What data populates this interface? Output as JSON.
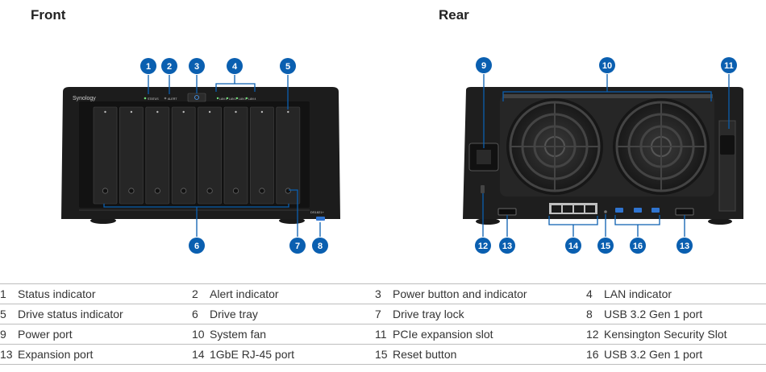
{
  "headings": {
    "front": "Front",
    "rear": "Rear"
  },
  "brand": {
    "logo_text": "Synology",
    "model_text": "DS1821+"
  },
  "front_led_labels": [
    "STATUS",
    "ALERT",
    "LAN 1",
    "LAN 2",
    "LAN 3",
    "LAN 4"
  ],
  "callout_color": "#0a5fb0",
  "callouts": {
    "front": [
      "1",
      "2",
      "3",
      "4",
      "5",
      "6",
      "7",
      "8"
    ],
    "rear": [
      "9",
      "10",
      "11",
      "12",
      "13",
      "14",
      "15",
      "16",
      "13"
    ]
  },
  "legend": [
    [
      {
        "num": "1",
        "label": "Status indicator"
      },
      {
        "num": "2",
        "label": "Alert indicator"
      },
      {
        "num": "3",
        "label": "Power button and indicator"
      },
      {
        "num": "4",
        "label": "LAN indicator"
      }
    ],
    [
      {
        "num": "5",
        "label": "Drive status indicator"
      },
      {
        "num": "6",
        "label": "Drive tray"
      },
      {
        "num": "7",
        "label": "Drive tray lock"
      },
      {
        "num": "8",
        "label": "USB 3.2 Gen 1 port"
      }
    ],
    [
      {
        "num": "9",
        "label": "Power port"
      },
      {
        "num": "10",
        "label": "System fan"
      },
      {
        "num": "11",
        "label": "PCIe expansion slot"
      },
      {
        "num": "12",
        "label": "Kensington Security Slot"
      }
    ],
    [
      {
        "num": "13",
        "label": "Expansion port"
      },
      {
        "num": "14",
        "label": "1GbE RJ-45 port"
      },
      {
        "num": "15",
        "label": "Reset button"
      },
      {
        "num": "16",
        "label": "USB 3.2 Gen 1 port"
      }
    ]
  ]
}
